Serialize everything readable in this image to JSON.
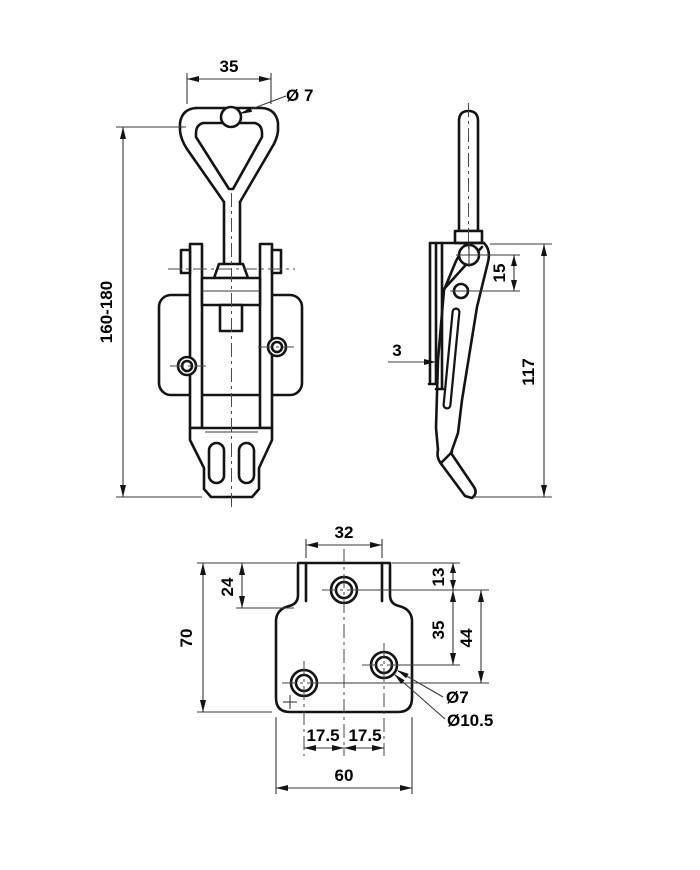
{
  "drawing_title": "adjustable toggle latch technical drawing",
  "colors": {
    "line": "#141414",
    "text": "#000000",
    "background": "#ffffff"
  },
  "front_view": {
    "dim_width_top": "35",
    "dim_hole_dia": "Ø 7",
    "dim_height_range": "160-180"
  },
  "side_view": {
    "dim_pivot_spacing": "15",
    "dim_catch_thickness": "3",
    "dim_height": "117"
  },
  "plate_view": {
    "dim_slot_width": "32",
    "dim_top_section_height": "24",
    "dim_total_height": "70",
    "dim_top_hole_offset": "13",
    "dim_right_hole_drop": "35",
    "dim_left_hole_drop": "44",
    "dim_hole_dia_small": "Ø7",
    "dim_hole_dia_large": "Ø10.5",
    "dim_left_hole_offset": "17.5",
    "dim_right_hole_offset": "17.5",
    "dim_total_width": "60"
  }
}
